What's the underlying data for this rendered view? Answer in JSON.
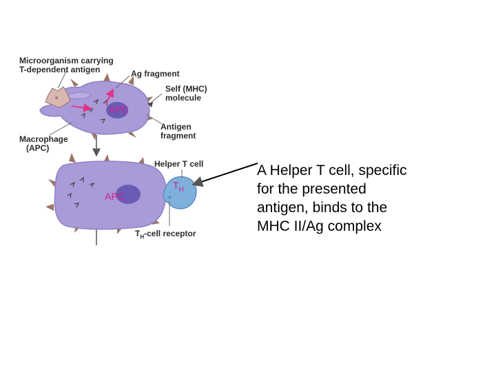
{
  "diagram": {
    "labels": {
      "microorganism_line1": "Microorganism carrying",
      "microorganism_line2": "T-dependent antigen",
      "ag_fragment": "Ag fragment",
      "self_mhc_line1": "Self (MHC)",
      "self_mhc_line2": "molecule",
      "antigen_fragment_line1": "Antigen",
      "antigen_fragment_line2": "fragment",
      "macrophage_line1": "Macrophage",
      "macrophage_line2": "(APC)",
      "helper_t_cell": "Helper T cell",
      "receptor_prefix": "T",
      "receptor_sub": "H",
      "receptor_suffix": "-cell receptor",
      "apc_top": "APC",
      "apc_bottom": "APC",
      "th_main": "T",
      "th_sub": "H"
    },
    "colors": {
      "cell_fill": "#a99ad8",
      "cell_stroke": "#8f80c4",
      "nucleus": "#6a5cb4",
      "spike": "#9a7566",
      "microorganism": "#d8b8b0",
      "arrow_pink": "#e0348a",
      "apc_text": "#d61a8c",
      "t_cell": "#7fb0dc",
      "line": "#555555"
    }
  },
  "caption": {
    "line1": "A Helper T cell, specific",
    "line2": "for the presented",
    "line3": "antigen, binds to the",
    "line4": "MHC II/Ag complex"
  }
}
